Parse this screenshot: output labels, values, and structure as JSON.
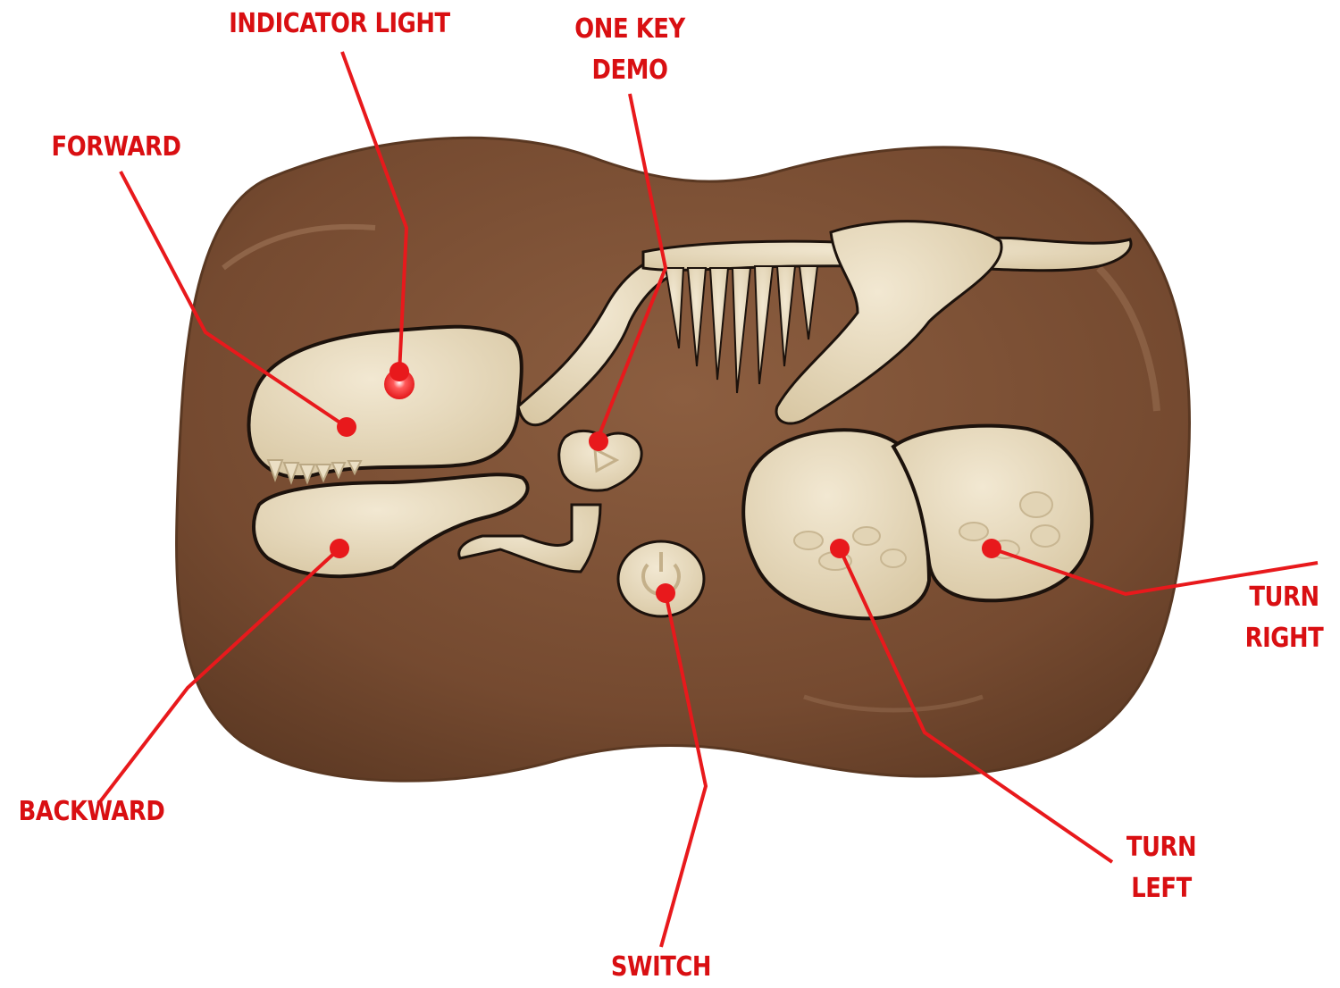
{
  "diagram": {
    "subject": "Dinosaur fossil remote control",
    "colors": {
      "label_red": "#d90f12",
      "pointer_red": "#e8191c",
      "body_brown": "#7a4f35",
      "bone_cream": "#e9dcc0",
      "outline": "#1c120c"
    },
    "labels": [
      {
        "id": "indicator-light",
        "lines": [
          "INDICATOR LIGHT"
        ]
      },
      {
        "id": "one-key-demo",
        "lines": [
          "ONE KEY",
          "DEMO"
        ]
      },
      {
        "id": "forward",
        "lines": [
          "FORWARD"
        ]
      },
      {
        "id": "backward",
        "lines": [
          "BACKWARD"
        ]
      },
      {
        "id": "switch",
        "lines": [
          "SWITCH"
        ]
      },
      {
        "id": "turn-left",
        "lines": [
          "TURN",
          "LEFT"
        ]
      },
      {
        "id": "turn-right",
        "lines": [
          "TURN",
          "RIGHT"
        ]
      }
    ]
  }
}
